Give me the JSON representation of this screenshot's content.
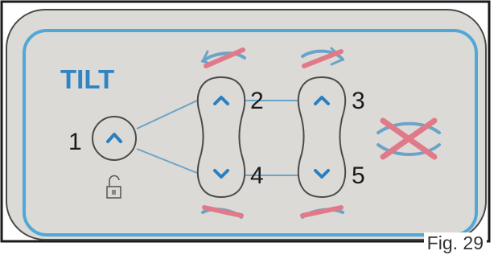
{
  "panel": {
    "title": "TILT",
    "caption": "Fig. 29"
  },
  "buttons": [
    {
      "id": "1",
      "label": "1",
      "direction": "up"
    },
    {
      "id": "2",
      "label": "2",
      "direction": "up"
    },
    {
      "id": "3",
      "label": "3",
      "direction": "up"
    },
    {
      "id": "4",
      "label": "4",
      "direction": "down"
    },
    {
      "id": "5",
      "label": "5",
      "direction": "down"
    }
  ],
  "icons": {
    "lock": "unlock-icon",
    "tilt_up": "tilt-up-arrow-icon",
    "tilt_down": "tilt-down-icon",
    "cancel": "cancel-cross-icon"
  },
  "colors": {
    "panel_bg": "#dcdad6",
    "outline_blue": "#4fa8d8",
    "title_blue": "#2f84c4",
    "button_outline": "#4a4a4a",
    "arrow_blue": "#2a7fbf",
    "accent_red": "#e07a88"
  }
}
